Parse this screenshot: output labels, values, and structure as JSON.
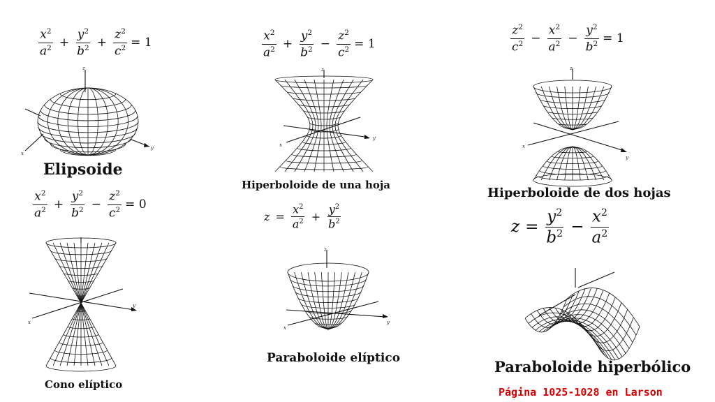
{
  "axis_labels": {
    "x": "x",
    "y": "y",
    "z": "z"
  },
  "surfaces": {
    "ellipsoid": {
      "equation": {
        "t1": {
          "num": "x",
          "den": "a"
        },
        "op1": "+",
        "t2": {
          "num": "y",
          "den": "b"
        },
        "op2": "+",
        "t3": {
          "num": "z",
          "den": "c"
        },
        "eq": "= 1",
        "exp": "2"
      },
      "label": "Elipsoide"
    },
    "hyperboloid_one_sheet": {
      "equation": {
        "t1": {
          "num": "x",
          "den": "a"
        },
        "op1": "+",
        "t2": {
          "num": "y",
          "den": "b"
        },
        "op2": "−",
        "t3": {
          "num": "z",
          "den": "c"
        },
        "eq": "= 1",
        "exp": "2"
      },
      "label": "Hiperboloide de una hoja"
    },
    "hyperboloid_two_sheets": {
      "equation": {
        "t1": {
          "num": "z",
          "den": "c"
        },
        "op1": "−",
        "t2": {
          "num": "x",
          "den": "a"
        },
        "op2": "−",
        "t3": {
          "num": "y",
          "den": "b"
        },
        "eq": "= 1",
        "exp": "2"
      },
      "label": "Hiperboloide de dos hojas"
    },
    "elliptic_cone": {
      "equation": {
        "t1": {
          "num": "x",
          "den": "a"
        },
        "op1": "+",
        "t2": {
          "num": "y",
          "den": "b"
        },
        "op2": "−",
        "t3": {
          "num": "z",
          "den": "c"
        },
        "eq": "= 0",
        "exp": "2"
      },
      "label": "Cono elíptico"
    },
    "elliptic_paraboloid": {
      "equation": {
        "lhs": "z",
        "lhs_eq": "=",
        "t1": {
          "num": "x",
          "den": "a"
        },
        "op1": "+",
        "t2": {
          "num": "y",
          "den": "b"
        },
        "exp": "2"
      },
      "label": "Paraboloide elíptico"
    },
    "hyperbolic_paraboloid": {
      "equation": {
        "lhs": "z",
        "lhs_eq": "=",
        "t1": {
          "num": "y",
          "den": "b"
        },
        "op1": "−",
        "t2": {
          "num": "x",
          "den": "a"
        },
        "exp": "2"
      },
      "label": "Paraboloide hiperbólico"
    }
  },
  "credit": "Página 1025-1028 en  Larson"
}
